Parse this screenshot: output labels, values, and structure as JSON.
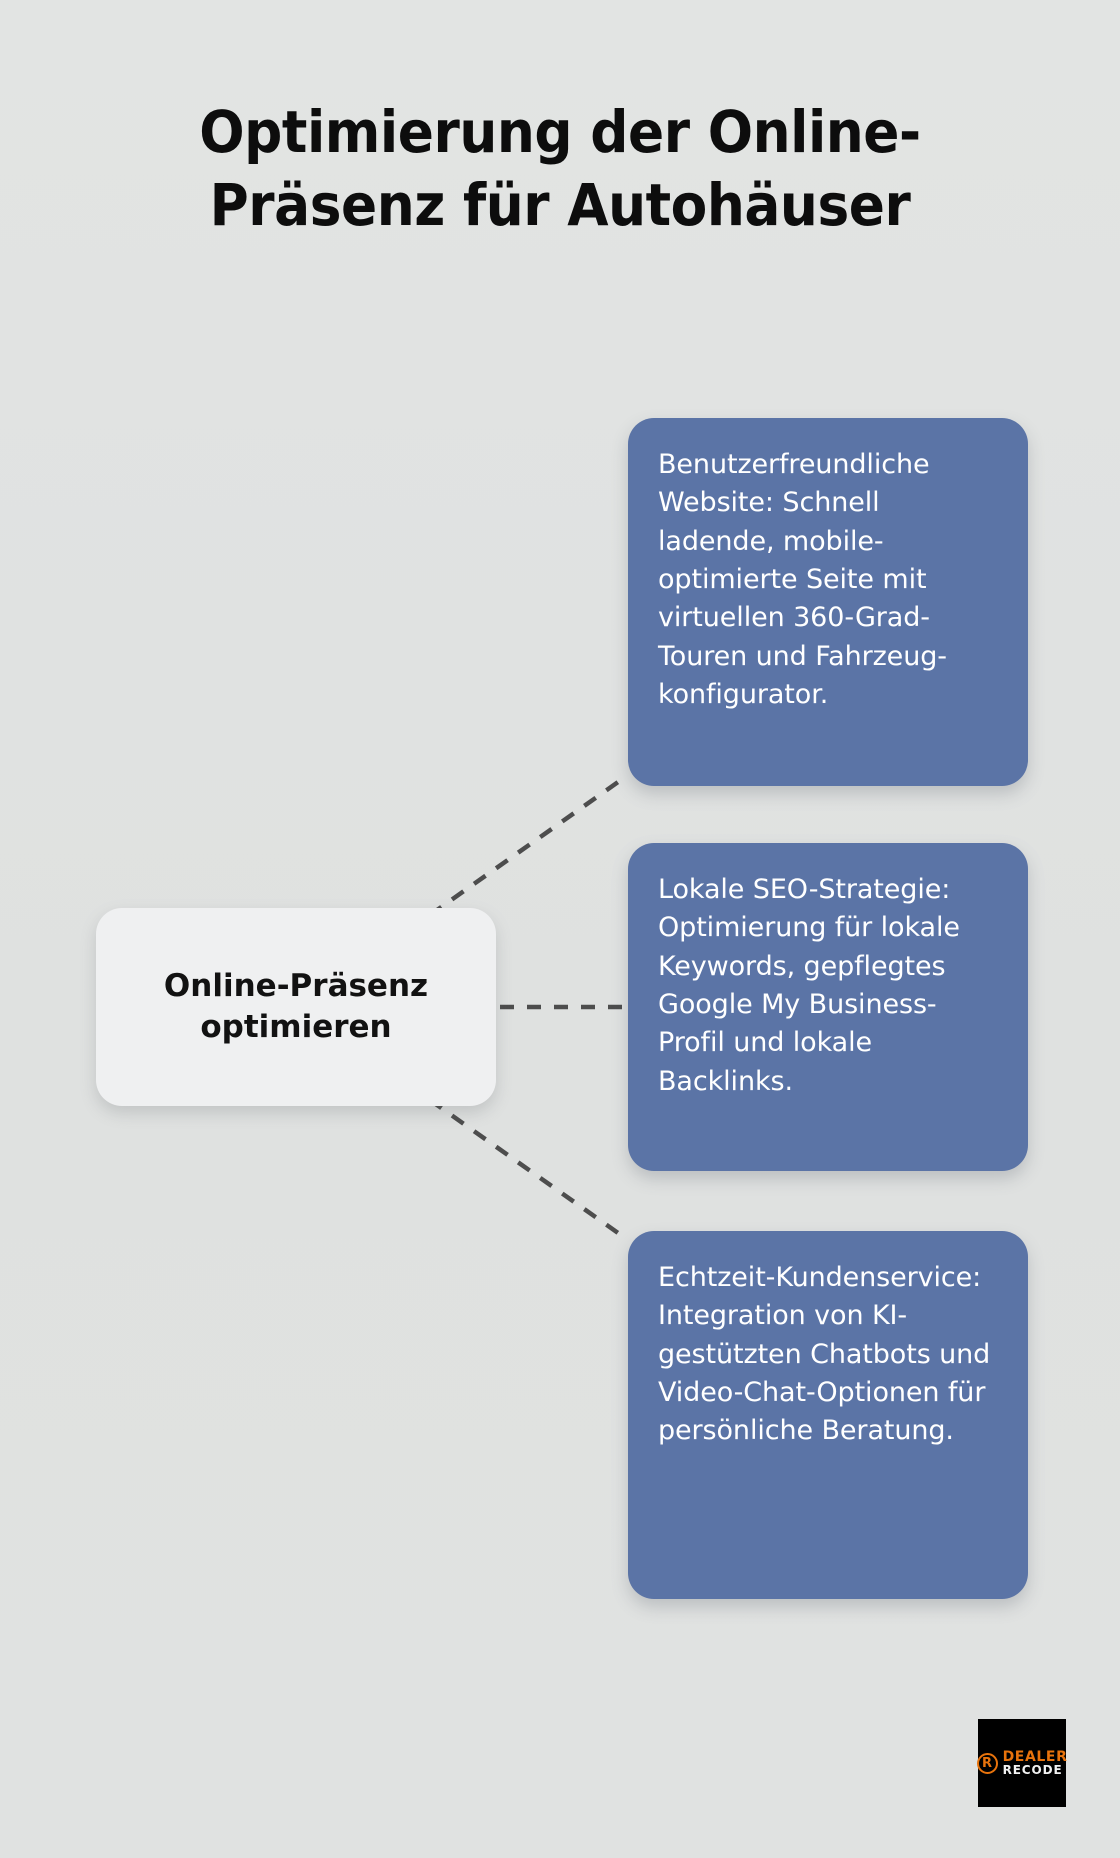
{
  "title": "Optimierung der Online-Präsenz für Autohäuser",
  "center_node": {
    "label": "Online-Präsenz\noptimieren"
  },
  "branches": [
    {
      "text": "Benutzerfreundliche Website: Schnell ladende, mobile-optimierte Seite mit virtuellen 360-Grad-Touren und Fahrzeug-konfigurator."
    },
    {
      "text": "Lokale SEO-Strategie: Optimierung für lokale Keywords, gepflegtes Google My Business-Profil und lokale Backlinks."
    },
    {
      "text": "Echtzeit-Kundenservice: Integration von KI-gestützten Chatbots und Video-Chat-Optionen für persönliche Beratung."
    }
  ],
  "logo": {
    "mark": "R",
    "line1": "DEALER",
    "line2": "RECODE"
  },
  "colors": {
    "background": "#e1e3e2",
    "card": "#5b74a6",
    "card_text": "#ffffff",
    "center_node": "#eff0f1",
    "center_text": "#121212",
    "title_text": "#0d0d0d",
    "connector": "#4d4d4d",
    "logo_accent": "#e8730c",
    "logo_background": "#000000"
  }
}
